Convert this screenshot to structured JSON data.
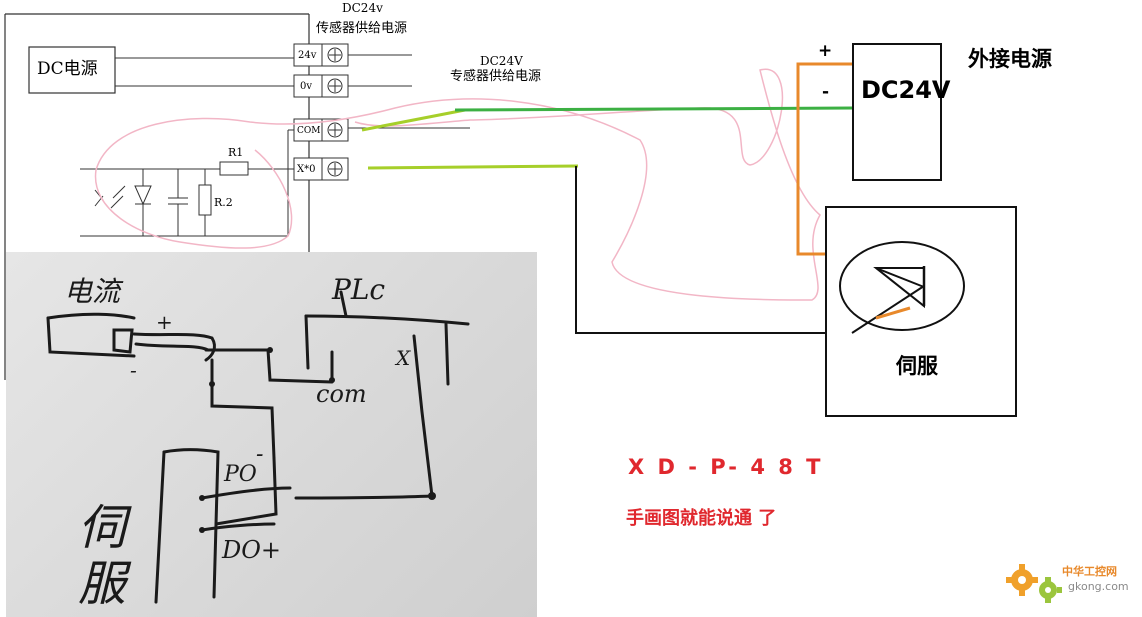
{
  "top_schematic": {
    "top_label_line1": "DC24v",
    "top_label_line2": "传感器供给电源",
    "dc_source_label": "DC电源",
    "terminals": [
      "24v",
      "0v",
      "COM",
      "X*0"
    ],
    "mid_label_line1": "DC24V",
    "mid_label_line2": "专感器供给电源",
    "r1": "R1",
    "r2": "R.2"
  },
  "external_power": {
    "title": "外接电源",
    "plus": "+",
    "minus": "-",
    "box_label": "DC24V"
  },
  "servo": {
    "label": "伺服"
  },
  "annotation": {
    "model": "X D - P- 4 8 T",
    "note": "手画图就能说通 了"
  },
  "hand_sketch": {
    "sensor_label": "电流",
    "plc_label": "PLc",
    "com_label": "com",
    "x_label": "X",
    "plus": "+",
    "minus": "-",
    "po_label": "PO",
    "do_label": "DO+",
    "servo_label": "伺\n服"
  },
  "watermark": {
    "cn": "中华工控网",
    "en": "gkong.com"
  },
  "colors": {
    "accent_red": "#e0282e",
    "wire_green": "#3cb043",
    "wire_lime": "#a6cf2a",
    "wire_orange": "#e8892b",
    "pink_outline": "#f2b6c6"
  }
}
